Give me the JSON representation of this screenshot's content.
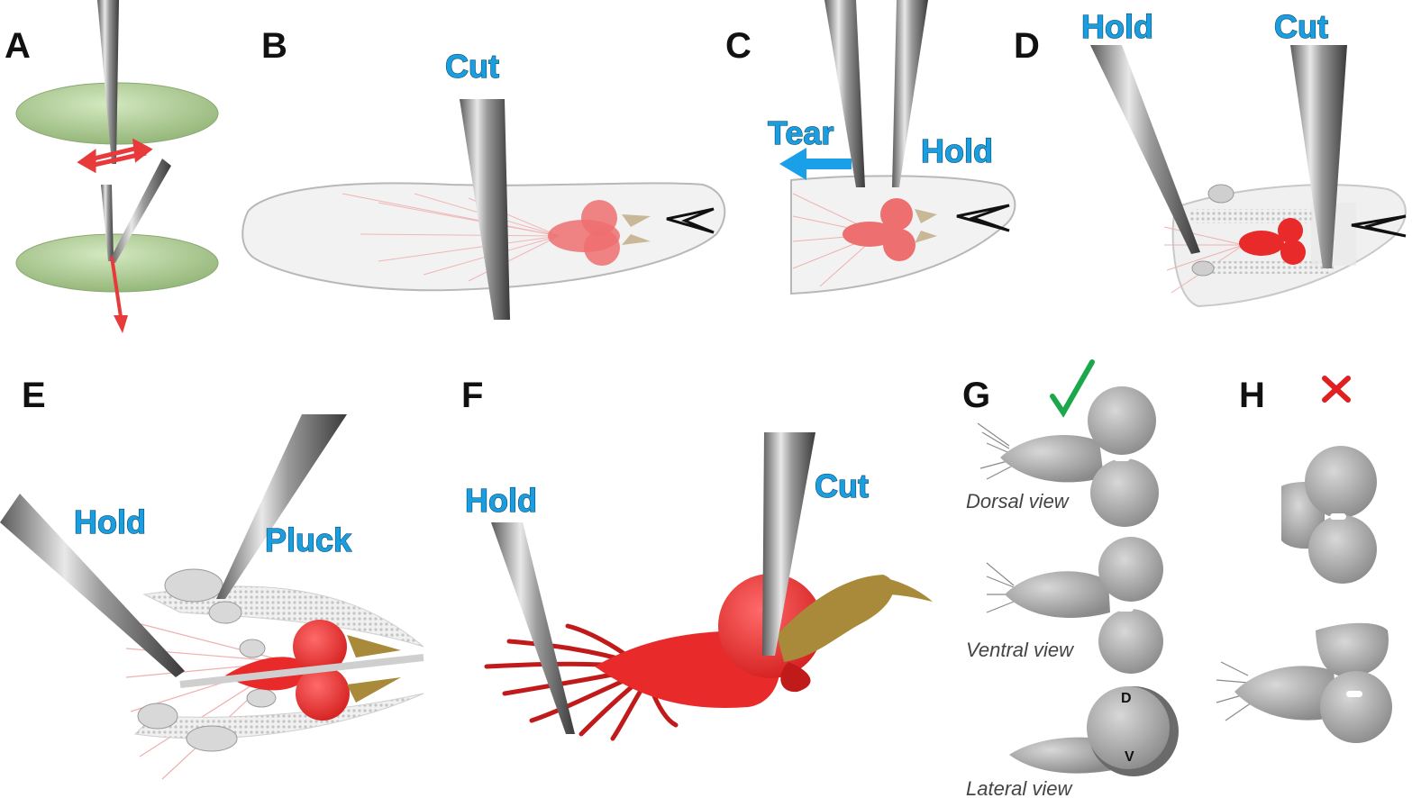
{
  "panels": {
    "A": {
      "letter": "A"
    },
    "B": {
      "letter": "B",
      "action": "Cut"
    },
    "C": {
      "letter": "C",
      "action_tear": "Tear",
      "action_hold": "Hold"
    },
    "D": {
      "letter": "D",
      "action_hold": "Hold",
      "action_cut": "Cut"
    },
    "E": {
      "letter": "E",
      "action_hold": "Hold",
      "action_pluck": "Pluck"
    },
    "F": {
      "letter": "F",
      "action_hold": "Hold",
      "action_cut": "Cut"
    },
    "G": {
      "letter": "G",
      "mark": "correct",
      "views": {
        "dorsal": "Dorsal view",
        "ventral": "Ventral view",
        "lateral": "Lateral view"
      },
      "axis": {
        "dorsal": "D",
        "ventral": "V"
      }
    },
    "H": {
      "letter": "H",
      "mark": "incorrect"
    }
  },
  "colors": {
    "action_text": "#1a9ee0",
    "brain_red": "#ee3b3b",
    "gland_olive": "#a88a3a",
    "tissue_green": "#a8c890",
    "tissue_grey": "#c8c8c8",
    "check_green": "#1aa84a",
    "cross_red": "#e02020"
  },
  "icons": [
    "forceps-icon",
    "check-icon",
    "cross-icon",
    "arrow-icon"
  ]
}
